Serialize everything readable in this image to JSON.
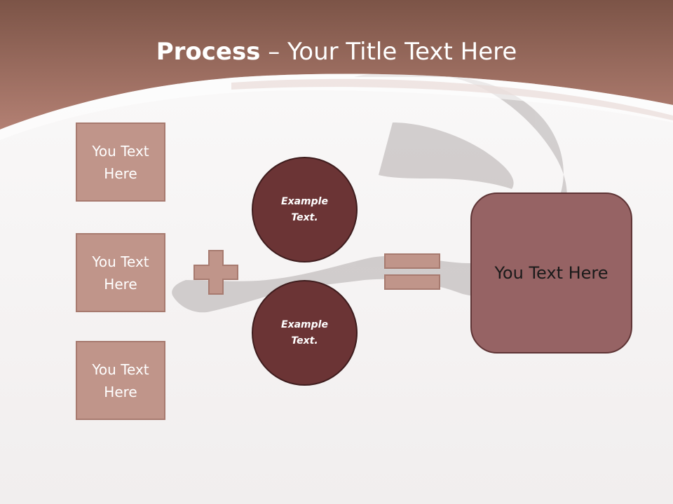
{
  "slide": {
    "title_bold": "Process",
    "title_rest": " – Your Title Text Here",
    "left_boxes": [
      {
        "label": "You Text Here"
      },
      {
        "label": "You Text Here"
      },
      {
        "label": "You Text Here"
      }
    ],
    "circles": [
      {
        "label": "Example Text."
      },
      {
        "label": "Example Text."
      }
    ],
    "result": {
      "label": "You Text Here"
    },
    "operators": [
      "plus-icon",
      "equals-icon"
    ]
  },
  "colors": {
    "header_band": "#a8766a",
    "left_box_fill": "#c0958a",
    "circle_fill": "#6b3435",
    "result_fill": "#966364",
    "operator_fill": "#c0958a"
  }
}
